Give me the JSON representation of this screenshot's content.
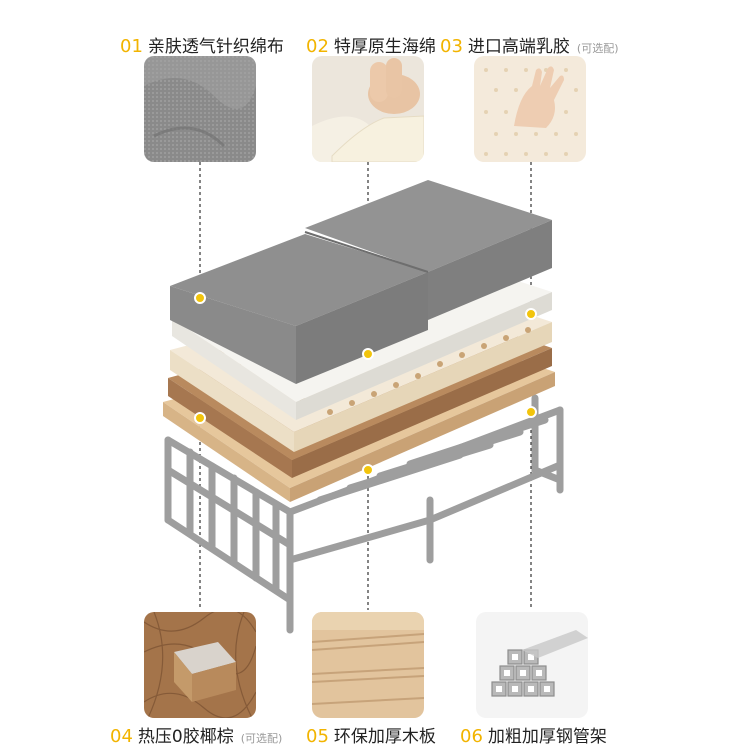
{
  "features": [
    {
      "num": "01",
      "label": "亲肤透气针织绵布",
      "optional": ""
    },
    {
      "num": "02",
      "label": "特厚原生海绵",
      "optional": ""
    },
    {
      "num": "03",
      "label": "进口高端乳胶",
      "optional": "(可选配)"
    },
    {
      "num": "04",
      "label": "热压0胶椰棕",
      "optional": "(可选配)"
    },
    {
      "num": "05",
      "label": "环保加厚木板",
      "optional": ""
    },
    {
      "num": "06",
      "label": "加粗加厚钢管架",
      "optional": ""
    }
  ],
  "colors": {
    "accent": "#f2b400",
    "fabric": "#8f8f8f",
    "foam": "#f2f1ec",
    "latex": "#f4eadb",
    "coir": "#b98a5e",
    "board": "#e3c49a",
    "frame": "#a9a9a9"
  },
  "icons": [
    "fabric-swatch-icon",
    "foam-swatch-icon",
    "latex-swatch-icon",
    "coir-swatch-icon",
    "plywood-swatch-icon",
    "steel-tube-swatch-icon"
  ]
}
